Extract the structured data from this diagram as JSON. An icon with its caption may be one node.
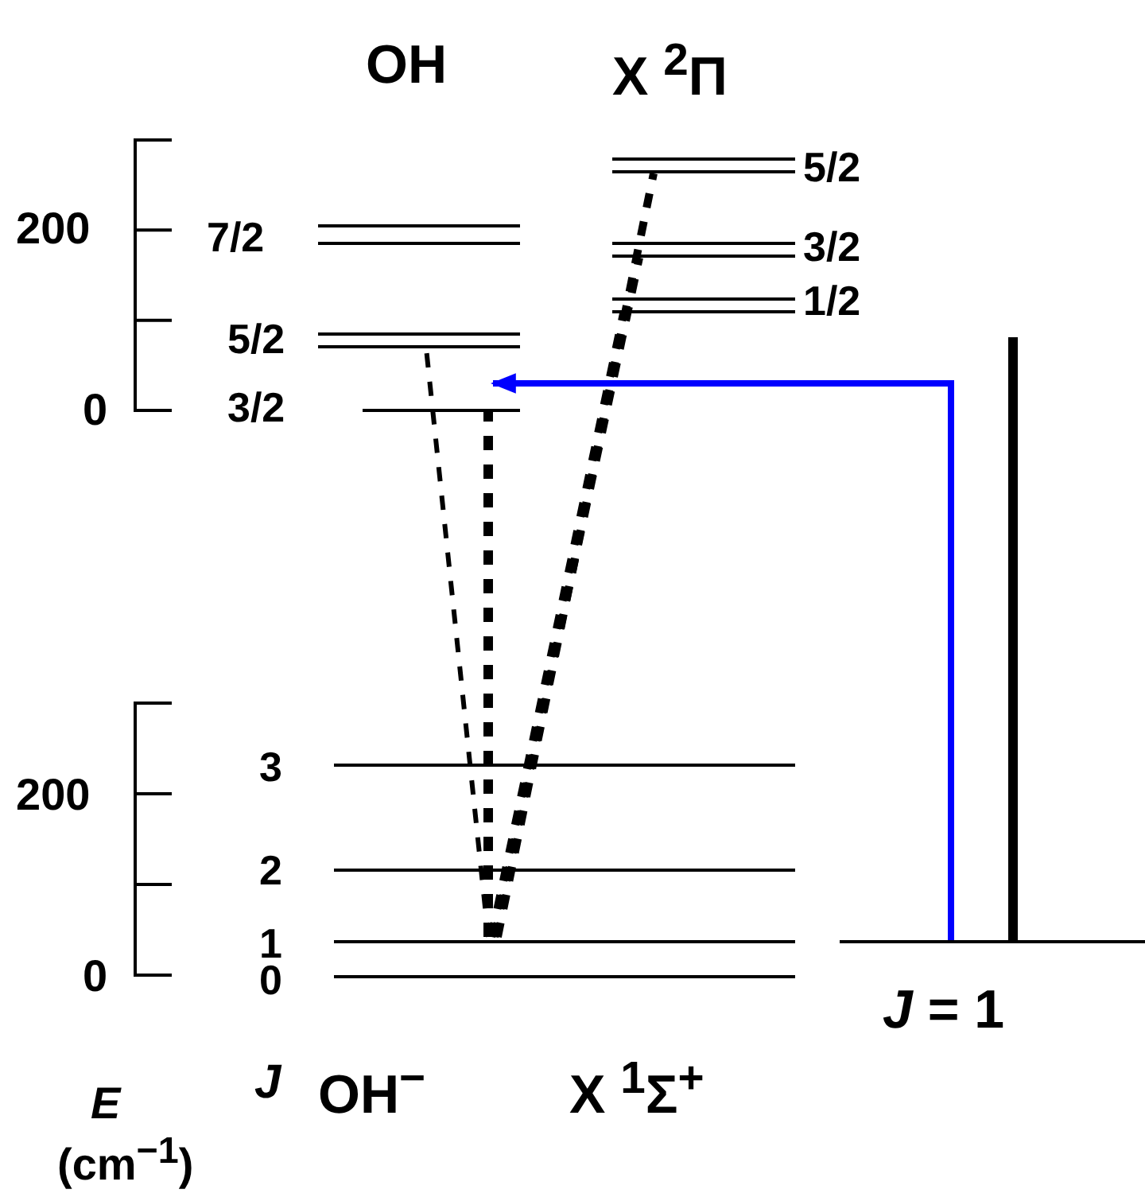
{
  "diagram": {
    "nodes": [
      {
        "text": [],
        "shape": "bar",
        "beside": [
          "3/2"
        ]
      },
      {
        "text": [],
        "shape": "bar",
        "beside": [
          "5/2"
        ]
      },
      {
        "text": [],
        "shape": "bar",
        "beside": [
          "7/2"
        ]
      },
      {
        "text": [],
        "shape": "bar",
        "beside": [
          "1/2"
        ]
      },
      {
        "text": [],
        "shape": "bar",
        "beside": [
          "3/2"
        ]
      },
      {
        "text": [],
        "shape": "bar",
        "beside": [
          "5/2"
        ]
      },
      {
        "text": [],
        "shape": "bar",
        "beside": [
          "0"
        ]
      },
      {
        "text": [],
        "shape": "bar",
        "beside": [
          "1"
        ]
      },
      {
        "text": [],
        "shape": "bar",
        "beside": [
          "2"
        ]
      },
      {
        "text": [],
        "shape": "bar",
        "beside": [
          "3"
        ]
      },
      {
        "text": [],
        "shape": "bar",
        "beside": [
          "*J* = 1"
        ]
      }
    ],
    "edges": [
      {
        "from": 7,
        "to": 1,
        "arrow": "none",
        "style": "dashed"
      },
      {
        "from": 7,
        "to": 0,
        "arrow": "none",
        "style": "dashed"
      },
      {
        "from": 7,
        "to": 3,
        "arrow": "none",
        "style": "dashed"
      },
      {
        "from": 7,
        "to": 4,
        "arrow": "none",
        "style": "dashed"
      },
      {
        "from": 7,
        "to": 5,
        "arrow": "none",
        "style": "dashed"
      },
      {
        "from": 10,
        "to": 0,
        "arrow": "to",
        "color": "#0000ff"
      }
    ],
    "labels": [
      "OH",
      "X $^{2}$Π",
      "200",
      "0",
      "200",
      "0",
      "*E*",
      "*J*",
      "OH$^{−}$",
      "X $^{1}$Σ$^{+}$",
      "(cm$^{−1}$)"
    ]
  }
}
